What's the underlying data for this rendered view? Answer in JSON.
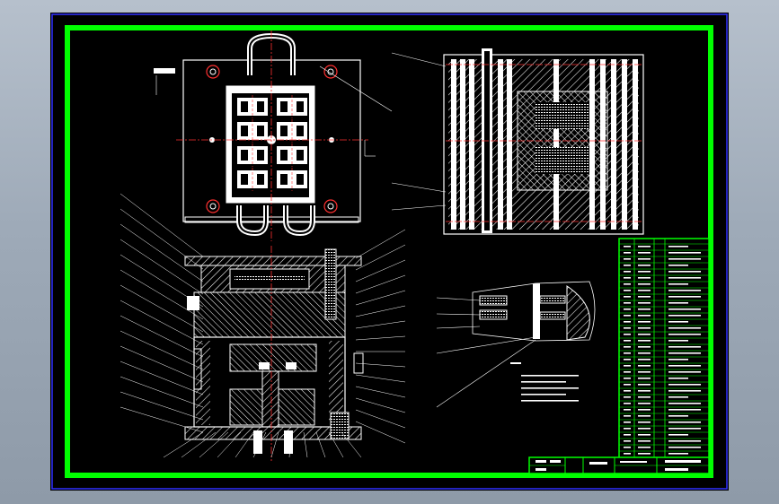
{
  "viewport": {
    "background": "#a4b0be"
  },
  "sheet": {
    "background": "#000000",
    "frame_color": "#00ff00",
    "inner_border_color": "#3030ff",
    "line_color": "#ffffff",
    "dim_color": "#ff2020",
    "hatch_color": "#ffffff"
  },
  "views": {
    "top_view": {
      "name": "top-view"
    },
    "side_view": {
      "name": "side-view"
    },
    "front_section": {
      "name": "front-section"
    },
    "detail_view": {
      "name": "detail-view"
    }
  },
  "title_block": {
    "name": "title-block"
  },
  "parts_list": {
    "name": "parts-list"
  }
}
